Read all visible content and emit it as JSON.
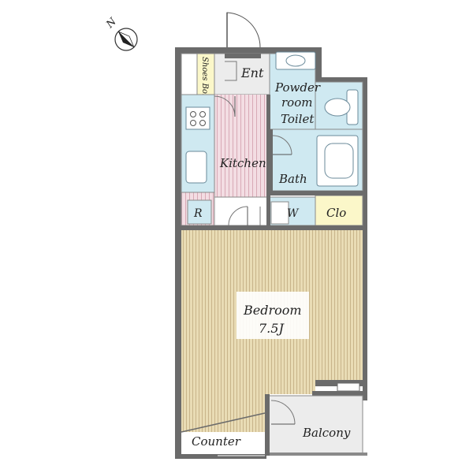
{
  "compass": {
    "letter": "N"
  },
  "rooms": {
    "shoes_box": "Shoes Box",
    "entrance": "Ent",
    "powder_room": [
      "Powder",
      "room",
      "Toilet"
    ],
    "kitchen": "Kitchen",
    "bath": "Bath",
    "refrigerator": "R",
    "washer": "W",
    "closet": "Clo",
    "bedroom": "Bedroom",
    "bedroom_size": "7.5J",
    "counter": "Counter",
    "balcony": "Balcony"
  },
  "colors": {
    "kitchen_floor": "#f3dde3",
    "kitchen_stripe": "#d8a9b6",
    "wet_area": "#cfe9f1",
    "closet": "#fbf7c9",
    "shoes_box": "#fbf7c9",
    "bedroom_floor": "#e9dcb5",
    "bedroom_stripe": "#c8b48a",
    "entrance": "#ececec",
    "wall": "#6b6b6b"
  }
}
